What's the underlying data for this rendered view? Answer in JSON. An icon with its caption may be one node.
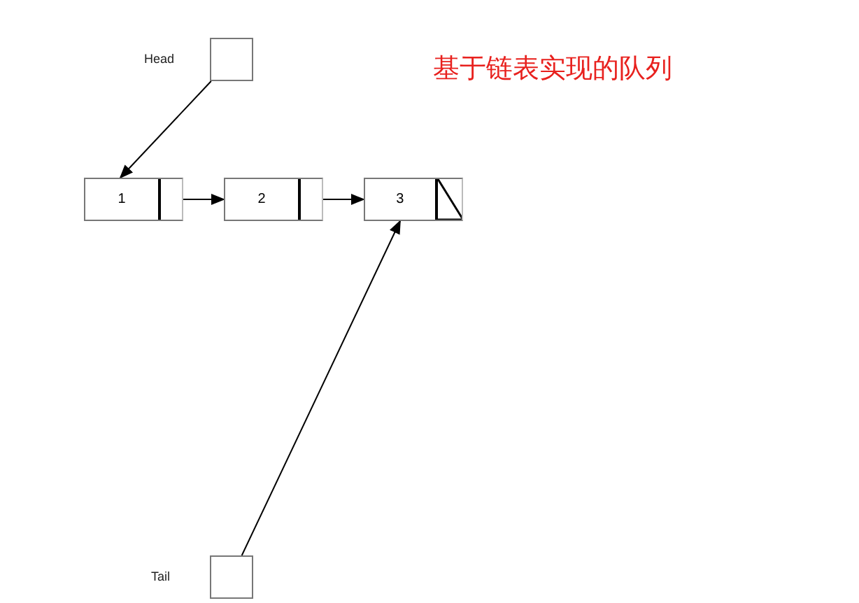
{
  "diagram": {
    "title": "基于链表实现的队列",
    "nodes": [
      {
        "text": [],
        "shape": "box",
        "beside": [
          "Head"
        ]
      },
      {
        "text": [
          "1"
        ]
      },
      {
        "text": [
          "2"
        ]
      },
      {
        "text": [
          "3"
        ]
      },
      {
        "text": [],
        "shape": "box",
        "beside": [
          "Tail"
        ]
      }
    ],
    "edges": [
      {
        "from": 0,
        "to": 1,
        "arrow": "to"
      },
      {
        "from": 1,
        "to": 2,
        "arrow": "to"
      },
      {
        "from": 2,
        "to": 3,
        "arrow": "to"
      },
      {
        "from": 4,
        "to": 3,
        "arrow": "to"
      }
    ]
  }
}
